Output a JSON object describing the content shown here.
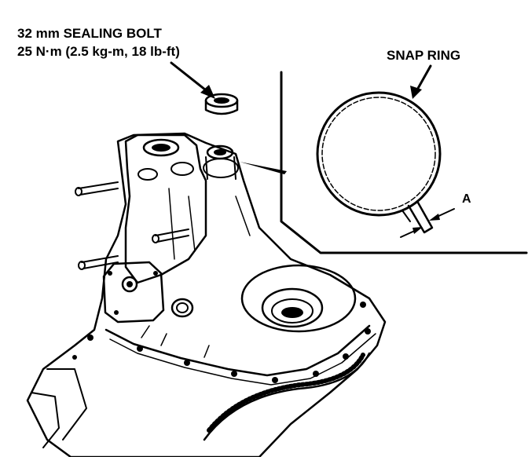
{
  "labels": {
    "bolt_line1": "32 mm SEALING BOLT",
    "bolt_line2": "25 N·m (2.5 kg-m, 18 lb-ft)",
    "snap_ring": "SNAP RING",
    "gap_a": "A"
  },
  "colors": {
    "ink": "#000000",
    "paper": "#ffffff"
  }
}
